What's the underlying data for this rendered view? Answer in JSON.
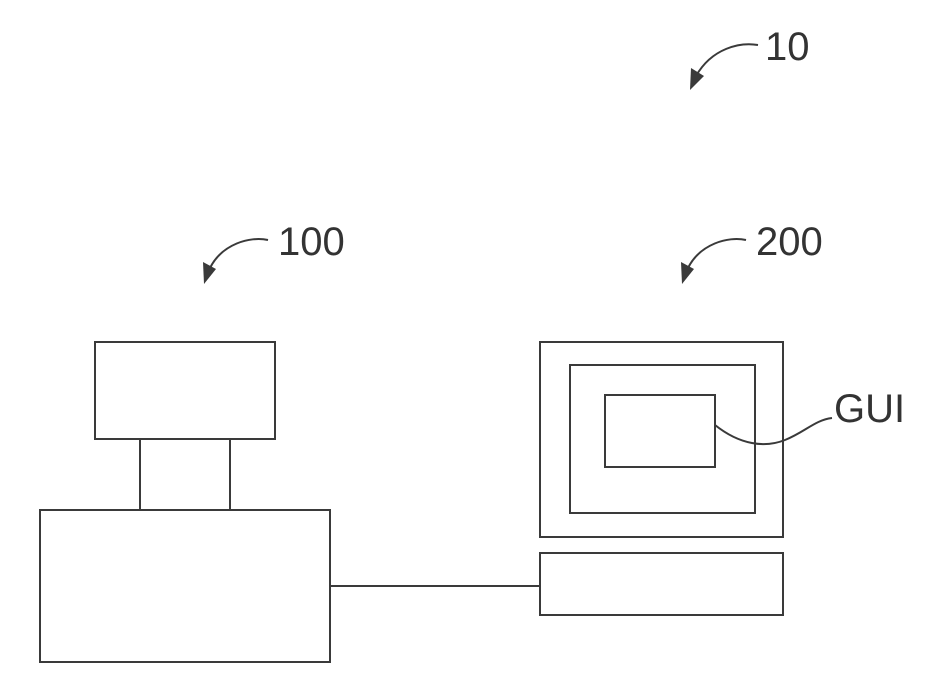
{
  "diagram": {
    "labels": {
      "system": "10",
      "left_device": "100",
      "right_device": "200",
      "gui": "GUI"
    }
  }
}
